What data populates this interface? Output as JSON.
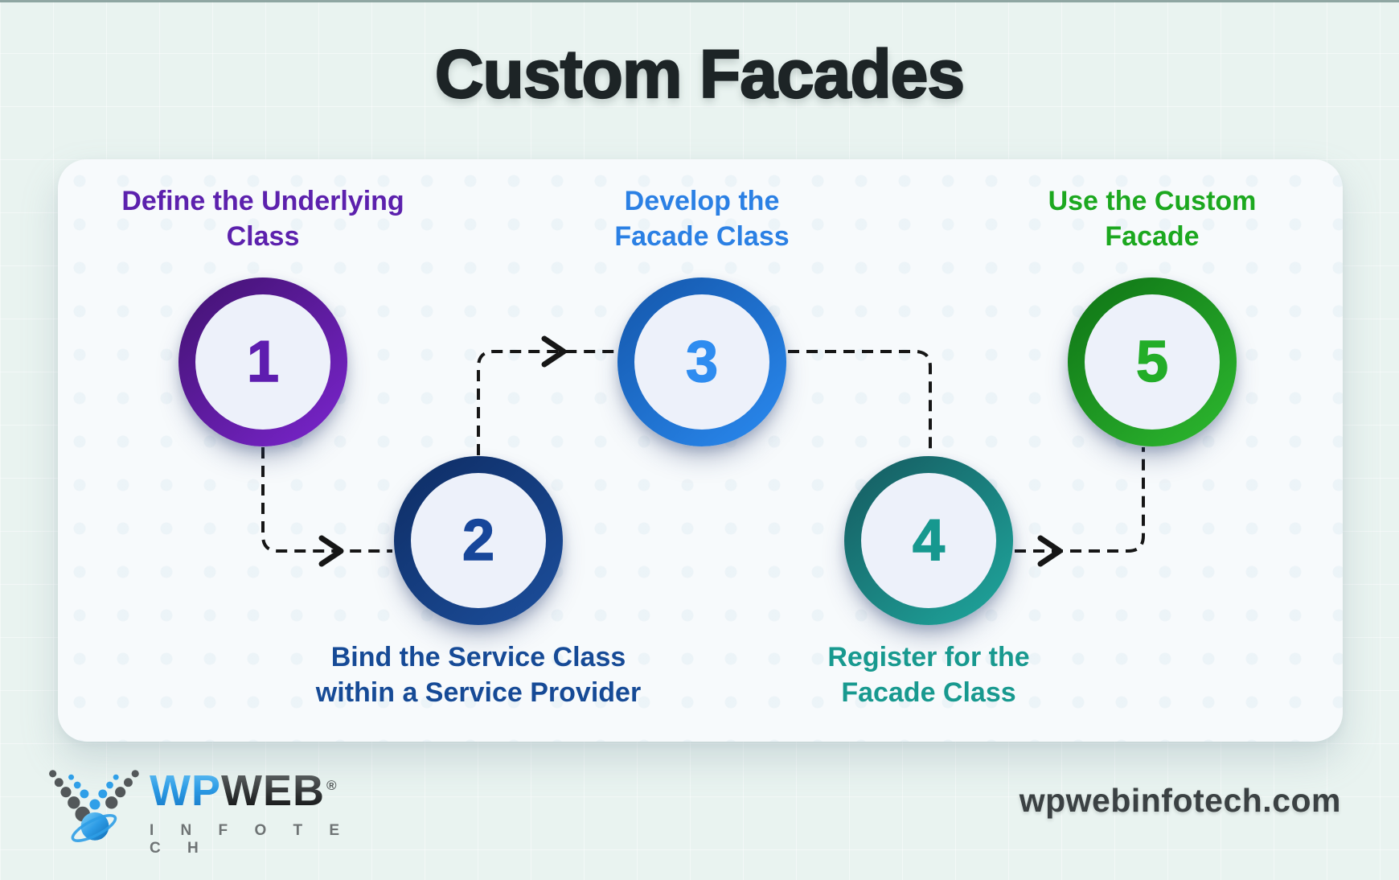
{
  "title": "Custom Facades",
  "steps": [
    {
      "number": "1",
      "label": "Define the Underlying\nClass",
      "ring_from": "#41126f",
      "ring_to": "#7b25cf",
      "number_color": "#5e1daf",
      "label_color": "#5c21ad"
    },
    {
      "number": "2",
      "label": "Bind the Service Class\nwithin a Service Provider",
      "ring_from": "#0e2c63",
      "ring_to": "#1c4f9d",
      "number_color": "#17469a",
      "label_color": "#164a96"
    },
    {
      "number": "3",
      "label": "Develop the\nFacade Class",
      "ring_from": "#1456aa",
      "ring_to": "#2a8af0",
      "number_color": "#2e8cf0",
      "label_color": "#2b80e4"
    },
    {
      "number": "4",
      "label": "Register for the\nFacade Class",
      "ring_from": "#15595f",
      "ring_to": "#1fa89e",
      "number_color": "#16988f",
      "label_color": "#18998f"
    },
    {
      "number": "5",
      "label": "Use the Custom\nFacade",
      "ring_from": "#0e7215",
      "ring_to": "#2eba30",
      "number_color": "#23ad28",
      "label_color": "#1ca81f"
    }
  ],
  "footer": {
    "logo": {
      "wp": "WP",
      "web": "WEB",
      "registered": "®",
      "infotech": "I N F O T E C H"
    },
    "website": "wpwebinfotech.com"
  },
  "colors": {
    "connector": "#161616",
    "page_background": "#e9f3f0",
    "card_background": "#f7fafc",
    "circle_fill": "#edf1fa",
    "title_color": "#1d2426",
    "website_color": "#3b4143"
  }
}
